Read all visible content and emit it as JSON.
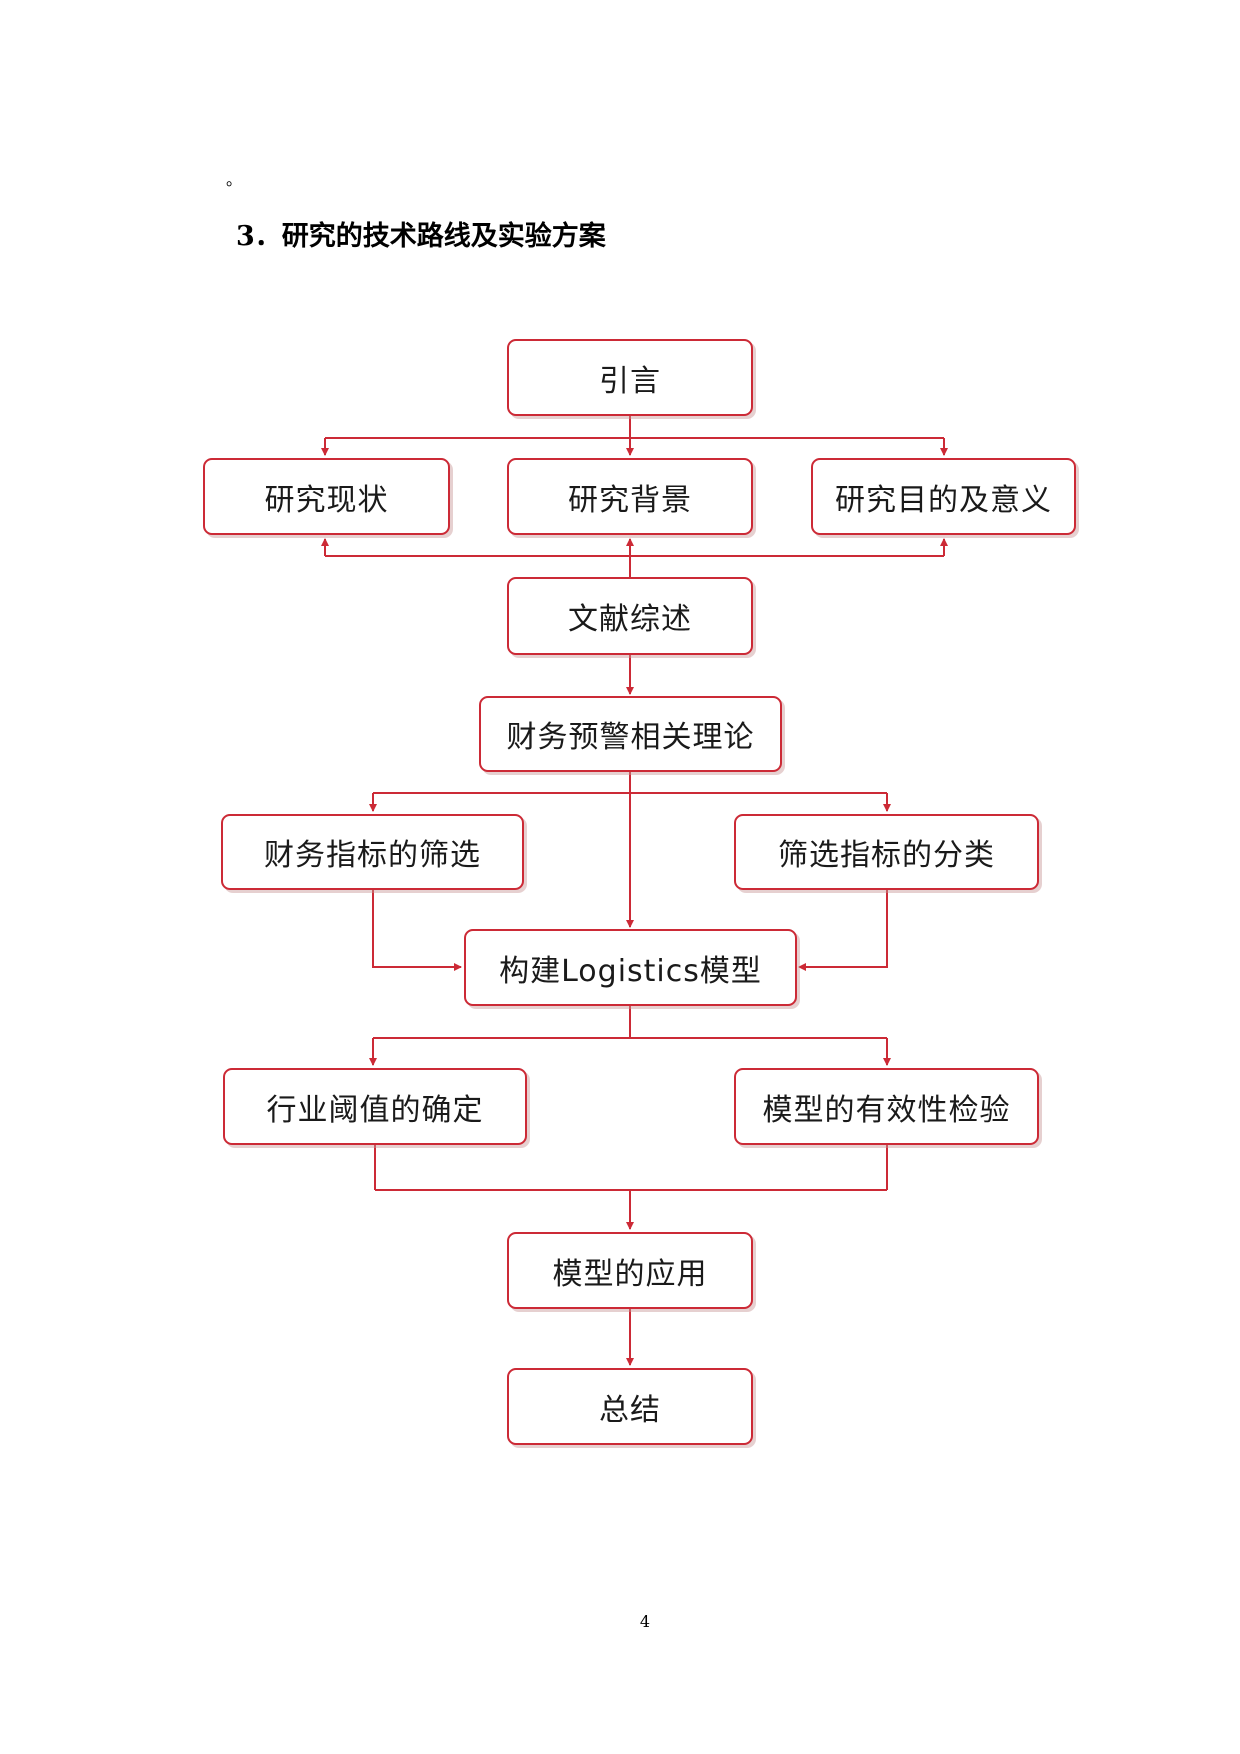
{
  "prev_text_end": "。",
  "section": {
    "heading": "3．研究的技术路线及实验方案"
  },
  "flowchart": {
    "nodes": {
      "intro": "引言",
      "status": "研究现状",
      "background": "研究背景",
      "purpose": "研究目的及意义",
      "review": "文献综述",
      "theory": "财务预警相关理论",
      "indicator_select": "财务指标的筛选",
      "indicator_classify": "筛选指标的分类",
      "model_build": "构建Logistics模型",
      "threshold": "行业阈值的确定",
      "validation": "模型的有效性检验",
      "application": "模型的应用",
      "summary": "总结"
    },
    "line_color": "#cc2a36"
  },
  "footer": {
    "page_number": "4"
  }
}
